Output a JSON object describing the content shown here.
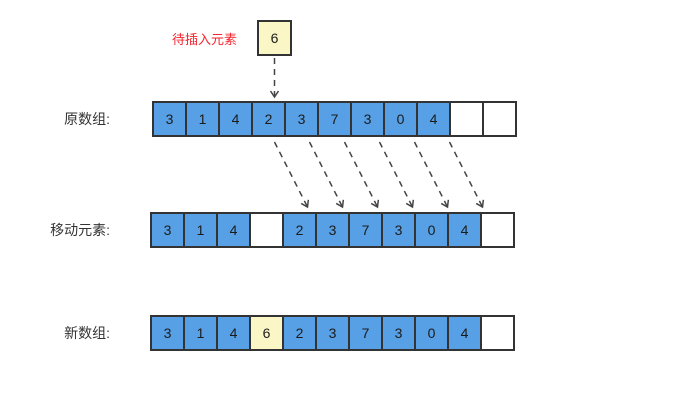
{
  "insert": {
    "label": "待插入元素",
    "value": "6",
    "target_index": 3
  },
  "rows": [
    {
      "name": "original",
      "label": "原数组:",
      "cells": [
        "3",
        "1",
        "4",
        "2",
        "3",
        "7",
        "3",
        "0",
        "4",
        "",
        ""
      ],
      "cell_types": [
        "blue",
        "blue",
        "blue",
        "blue",
        "blue",
        "blue",
        "blue",
        "blue",
        "blue",
        "empty",
        "empty"
      ]
    },
    {
      "name": "shifted",
      "label": "移动元素:",
      "cells": [
        "3",
        "1",
        "4",
        "",
        "2",
        "3",
        "7",
        "3",
        "0",
        "4",
        ""
      ],
      "cell_types": [
        "blue",
        "blue",
        "blue",
        "empty",
        "blue",
        "blue",
        "blue",
        "blue",
        "blue",
        "blue",
        "empty"
      ]
    },
    {
      "name": "new",
      "label": "新数组:",
      "cells": [
        "3",
        "1",
        "4",
        "6",
        "2",
        "3",
        "7",
        "3",
        "0",
        "4",
        ""
      ],
      "cell_types": [
        "blue",
        "blue",
        "blue",
        "yellow",
        "blue",
        "blue",
        "blue",
        "blue",
        "blue",
        "blue",
        "empty"
      ]
    }
  ],
  "moves": [
    {
      "from": 3,
      "to": 4
    },
    {
      "from": 4,
      "to": 5
    },
    {
      "from": 5,
      "to": 6
    },
    {
      "from": 6,
      "to": 7
    },
    {
      "from": 7,
      "to": 8
    },
    {
      "from": 8,
      "to": 9
    }
  ],
  "colors": {
    "cell_blue": "#57a0e5",
    "cell_yellow": "#fbf6c6",
    "cell_empty": "#ffffff",
    "border": "#333333",
    "arrow": "#444444",
    "label_text": "#333333",
    "insert_label_red": "#f5222d",
    "cell_text": "#1b1b1b"
  }
}
